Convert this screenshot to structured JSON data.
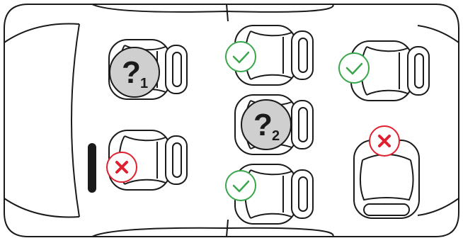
{
  "colors": {
    "outline": "#1a1a1a",
    "ok": "#3aa64c",
    "no": "#e01f2f",
    "unknown_fill": "#cfcfcf",
    "unknown_text": "#1a1a1a"
  },
  "seats": [
    {
      "id": "front-left",
      "status": "unknown",
      "marker_main": "?",
      "marker_sub": "1"
    },
    {
      "id": "front-right",
      "status": "not-allowed",
      "icon": "cross-icon"
    },
    {
      "id": "middle-top",
      "status": "allowed",
      "icon": "check-icon"
    },
    {
      "id": "middle-center",
      "status": "unknown",
      "marker_main": "?",
      "marker_sub": "2"
    },
    {
      "id": "middle-bottom",
      "status": "allowed",
      "icon": "check-icon"
    },
    {
      "id": "rear-top",
      "status": "allowed",
      "icon": "check-icon"
    },
    {
      "id": "rear-bottom",
      "status": "not-allowed",
      "icon": "cross-icon"
    }
  ]
}
